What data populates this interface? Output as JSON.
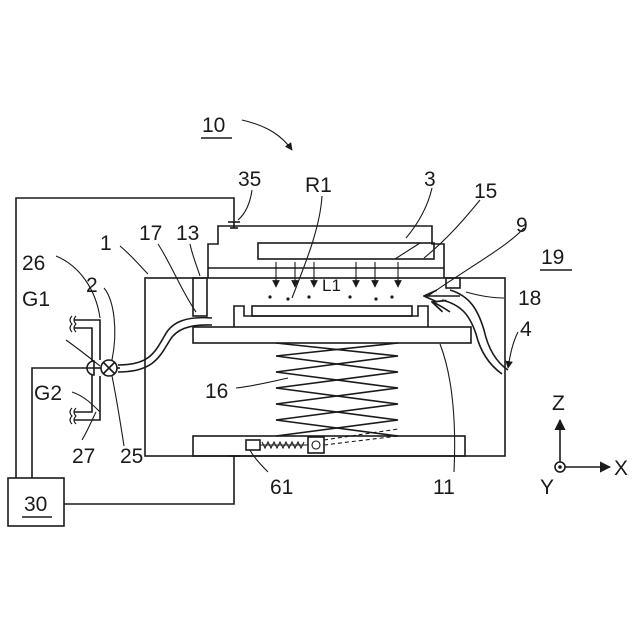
{
  "figure": {
    "labels": {
      "n10": "10",
      "n35": "35",
      "nR1": "R1",
      "n3": "3",
      "n15": "15",
      "n9": "9",
      "n19": "19",
      "n17": "17",
      "n13": "13",
      "n1": "1",
      "n26": "26",
      "n2": "2",
      "nL1": "L1",
      "n18": "18",
      "nG1": "G1",
      "n4": "4",
      "n16": "16",
      "nG2": "G2",
      "n27": "27",
      "n25": "25",
      "n61": "61",
      "n11": "11",
      "n30": "30",
      "axZ": "Z",
      "axX": "X",
      "axY": "Y"
    }
  }
}
